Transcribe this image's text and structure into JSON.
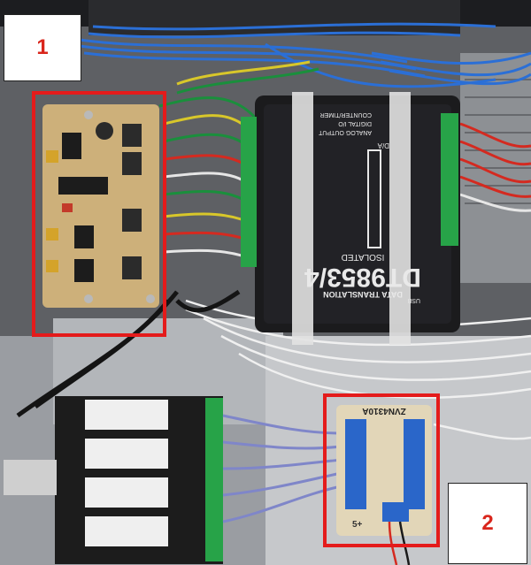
{
  "annotations": [
    {
      "label": "1",
      "color": "#d9261c"
    },
    {
      "label": "2",
      "color": "#d9261c"
    }
  ],
  "highlight_color": "#e41b1b",
  "device": {
    "brand": "DATA TRANSLATION",
    "model": "DT9853/4",
    "isolated": "ISOLATED",
    "usb": "USB",
    "io_lines": [
      "ANALOG OUTPUT",
      "DIGITAL I/O",
      "COUNTER/TIMER"
    ],
    "da": "D/A"
  },
  "module_label": "ZVN4310A",
  "module_plus": "5+"
}
